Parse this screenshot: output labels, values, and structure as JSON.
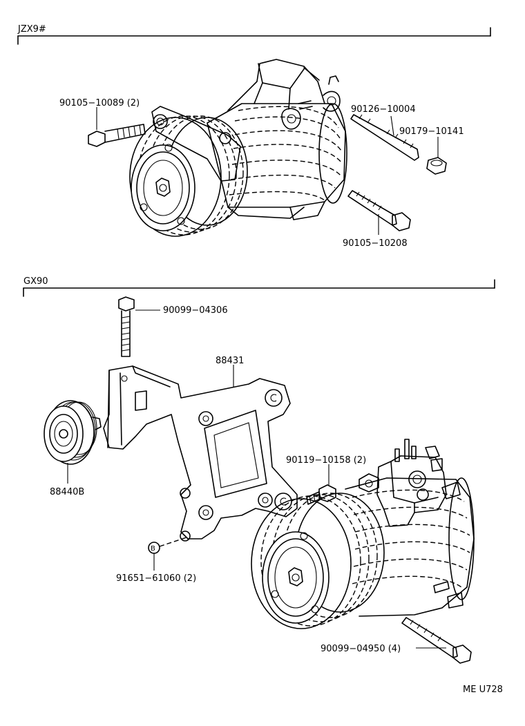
{
  "sections": [
    {
      "id": "top",
      "label": "JZX9#"
    },
    {
      "id": "bottom",
      "label": "GX90"
    }
  ],
  "callouts": {
    "bolt_90105_10089": "90105−10089 (2)",
    "stud_90126_10004": "90126−10004",
    "nut_90179_10141": "90179−10141",
    "bolt_90105_10208": "90105−10208",
    "bolt_90099_04306": "90099−04306",
    "bracket_88431": "88431",
    "pulley_88440b": "88440B",
    "bolt_90119_10158": "90119−10158 (2)",
    "nut_91651_61060": "91651−61060 (2)",
    "bolt_90099_04950": "90099−04950 (4)",
    "marker_b": "B"
  },
  "footer_code": "ME U728"
}
